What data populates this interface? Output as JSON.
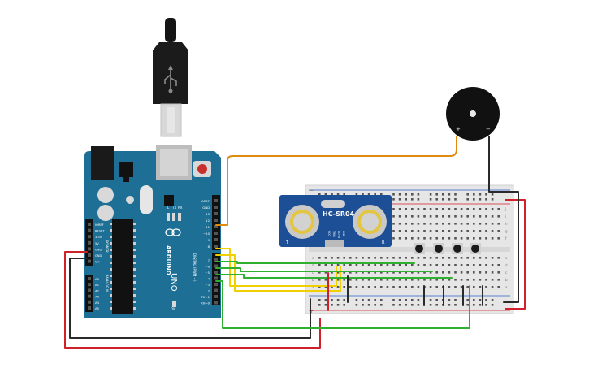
{
  "arduino": {
    "brand": "ARDUINO",
    "model": "UNO",
    "power_header_labels": [
      "IOREF",
      "RESET",
      "3.3V",
      "5V",
      "GND",
      "GND",
      "Vin"
    ],
    "power_label": "POWER",
    "analog_label": "ANALOG IN",
    "analog_pins": [
      "A0",
      "A1",
      "A2",
      "A3",
      "A4",
      "A5"
    ],
    "digital_label": "DIGITAL (PWM ~)",
    "digital_pins": [
      "AREF",
      "GND",
      "13",
      "12",
      "~11",
      "~10",
      "~9",
      "8",
      "7",
      "~6",
      "~5",
      "4",
      "~3",
      "2",
      "TX→1",
      "RX←0"
    ],
    "led_labels": [
      "L",
      "TX",
      "RX"
    ],
    "on_label": "ON"
  },
  "sensor": {
    "model": "HC-SR04",
    "pin_labels": [
      "VCC",
      "TRIG",
      "ECHO",
      "GND"
    ],
    "left_mark": "T",
    "right_mark": "R"
  },
  "buzzer": {
    "plus": "+",
    "minus": "−"
  },
  "breadboard": {
    "plus": "+",
    "minus": "−",
    "row_letters": [
      "a",
      "b",
      "c",
      "d",
      "e",
      "f",
      "g",
      "h",
      "i",
      "j"
    ]
  },
  "colors": {
    "arduino_board": "#1e6f95",
    "breadboard": "#e9e9e9",
    "sensor_board": "#1d4f96",
    "wire_red": "#d0202a",
    "wire_black": "#2a2a2a",
    "wire_green": "#2fb030",
    "wire_yellow": "#f0d000",
    "wire_orange": "#e08a0e"
  }
}
